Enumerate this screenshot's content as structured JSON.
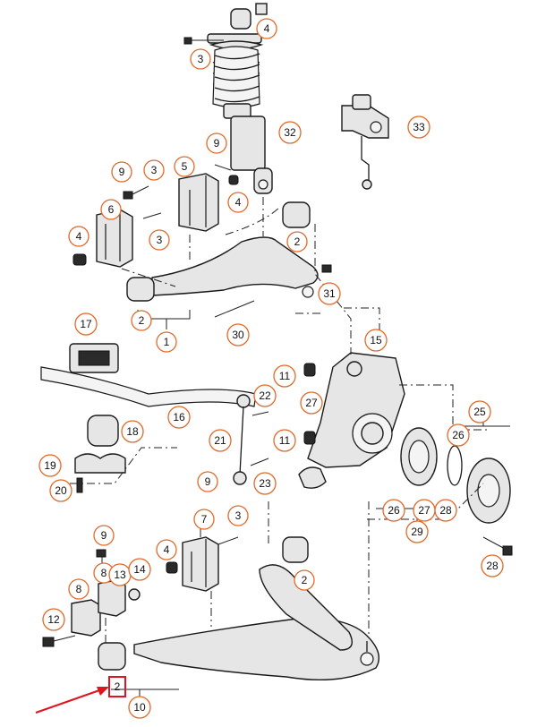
{
  "callouts": [
    {
      "id": "c4a",
      "label": "4"
    },
    {
      "id": "c3a",
      "label": "3"
    },
    {
      "id": "c32",
      "label": "32"
    },
    {
      "id": "c33",
      "label": "33"
    },
    {
      "id": "c9a",
      "label": "9"
    },
    {
      "id": "c3b",
      "label": "3"
    },
    {
      "id": "c5",
      "label": "5"
    },
    {
      "id": "c9b",
      "label": "9"
    },
    {
      "id": "c4b",
      "label": "4"
    },
    {
      "id": "c6",
      "label": "6"
    },
    {
      "id": "c3c",
      "label": "3"
    },
    {
      "id": "c4c",
      "label": "4"
    },
    {
      "id": "c2a",
      "label": "2"
    },
    {
      "id": "c31",
      "label": "31"
    },
    {
      "id": "c2b",
      "label": "2"
    },
    {
      "id": "c1",
      "label": "1"
    },
    {
      "id": "c30",
      "label": "30"
    },
    {
      "id": "c17",
      "label": "17"
    },
    {
      "id": "c15",
      "label": "15"
    },
    {
      "id": "c11a",
      "label": "11"
    },
    {
      "id": "c22",
      "label": "22"
    },
    {
      "id": "c27a",
      "label": "27"
    },
    {
      "id": "c16",
      "label": "16"
    },
    {
      "id": "c18",
      "label": "18"
    },
    {
      "id": "c21",
      "label": "21"
    },
    {
      "id": "c11b",
      "label": "11"
    },
    {
      "id": "c25",
      "label": "25"
    },
    {
      "id": "c26a",
      "label": "26"
    },
    {
      "id": "c19",
      "label": "19"
    },
    {
      "id": "c23",
      "label": "23"
    },
    {
      "id": "c20",
      "label": "20"
    },
    {
      "id": "c26b",
      "label": "26"
    },
    {
      "id": "c27b",
      "label": "27"
    },
    {
      "id": "c28a",
      "label": "28"
    },
    {
      "id": "c29",
      "label": "29"
    },
    {
      "id": "c9c",
      "label": "9"
    },
    {
      "id": "c7",
      "label": "7"
    },
    {
      "id": "c3d",
      "label": "3"
    },
    {
      "id": "c9d",
      "label": "9"
    },
    {
      "id": "c4d",
      "label": "4"
    },
    {
      "id": "c28b",
      "label": "28"
    },
    {
      "id": "c8",
      "label": "8"
    },
    {
      "id": "c13",
      "label": "13"
    },
    {
      "id": "c14",
      "label": "14"
    },
    {
      "id": "c2c",
      "label": "2"
    },
    {
      "id": "c8b",
      "label": "8"
    },
    {
      "id": "c12",
      "label": "12"
    },
    {
      "id": "c10",
      "label": "10"
    }
  ],
  "highlighted": {
    "label": "2"
  },
  "colors": {
    "callout_ring": "#e06a2a",
    "highlight": "#e0141e",
    "line": "#1a1a1a"
  }
}
